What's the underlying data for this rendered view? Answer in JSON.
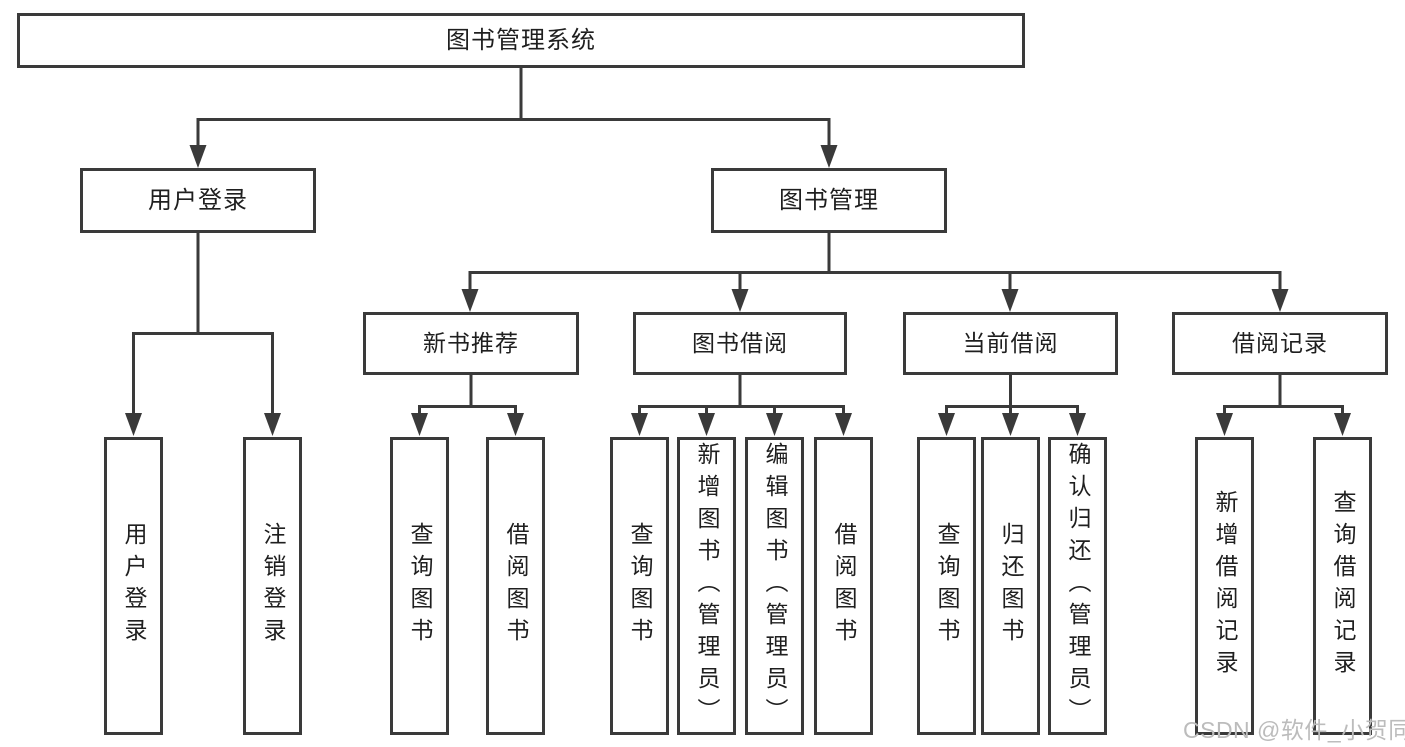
{
  "nodes": {
    "root": "图书管理系统",
    "login": "用户登录",
    "management": "图书管理",
    "recommend": "新书推荐",
    "borrowing": "图书借阅",
    "current": "当前借阅",
    "records": "借阅记录"
  },
  "leaves": {
    "login": [
      "用户登录",
      "注销登录"
    ],
    "recommend": [
      "查询图书",
      "借阅图书"
    ],
    "borrowing": [
      "查询图书",
      "新增图书（管理员）",
      "编辑图书（管理员）",
      "借阅图书"
    ],
    "current": [
      "查询图书",
      "归还图书",
      "确认归还（管理员）"
    ],
    "records": [
      "新增借阅记录",
      "查询借阅记录"
    ]
  },
  "watermark": "CSDN @软件_小贺同学",
  "colors": {
    "line": "#3a3a3a",
    "text": "#1f1f1f",
    "watermark": "#bcbcbc",
    "background": "#ffffff"
  }
}
